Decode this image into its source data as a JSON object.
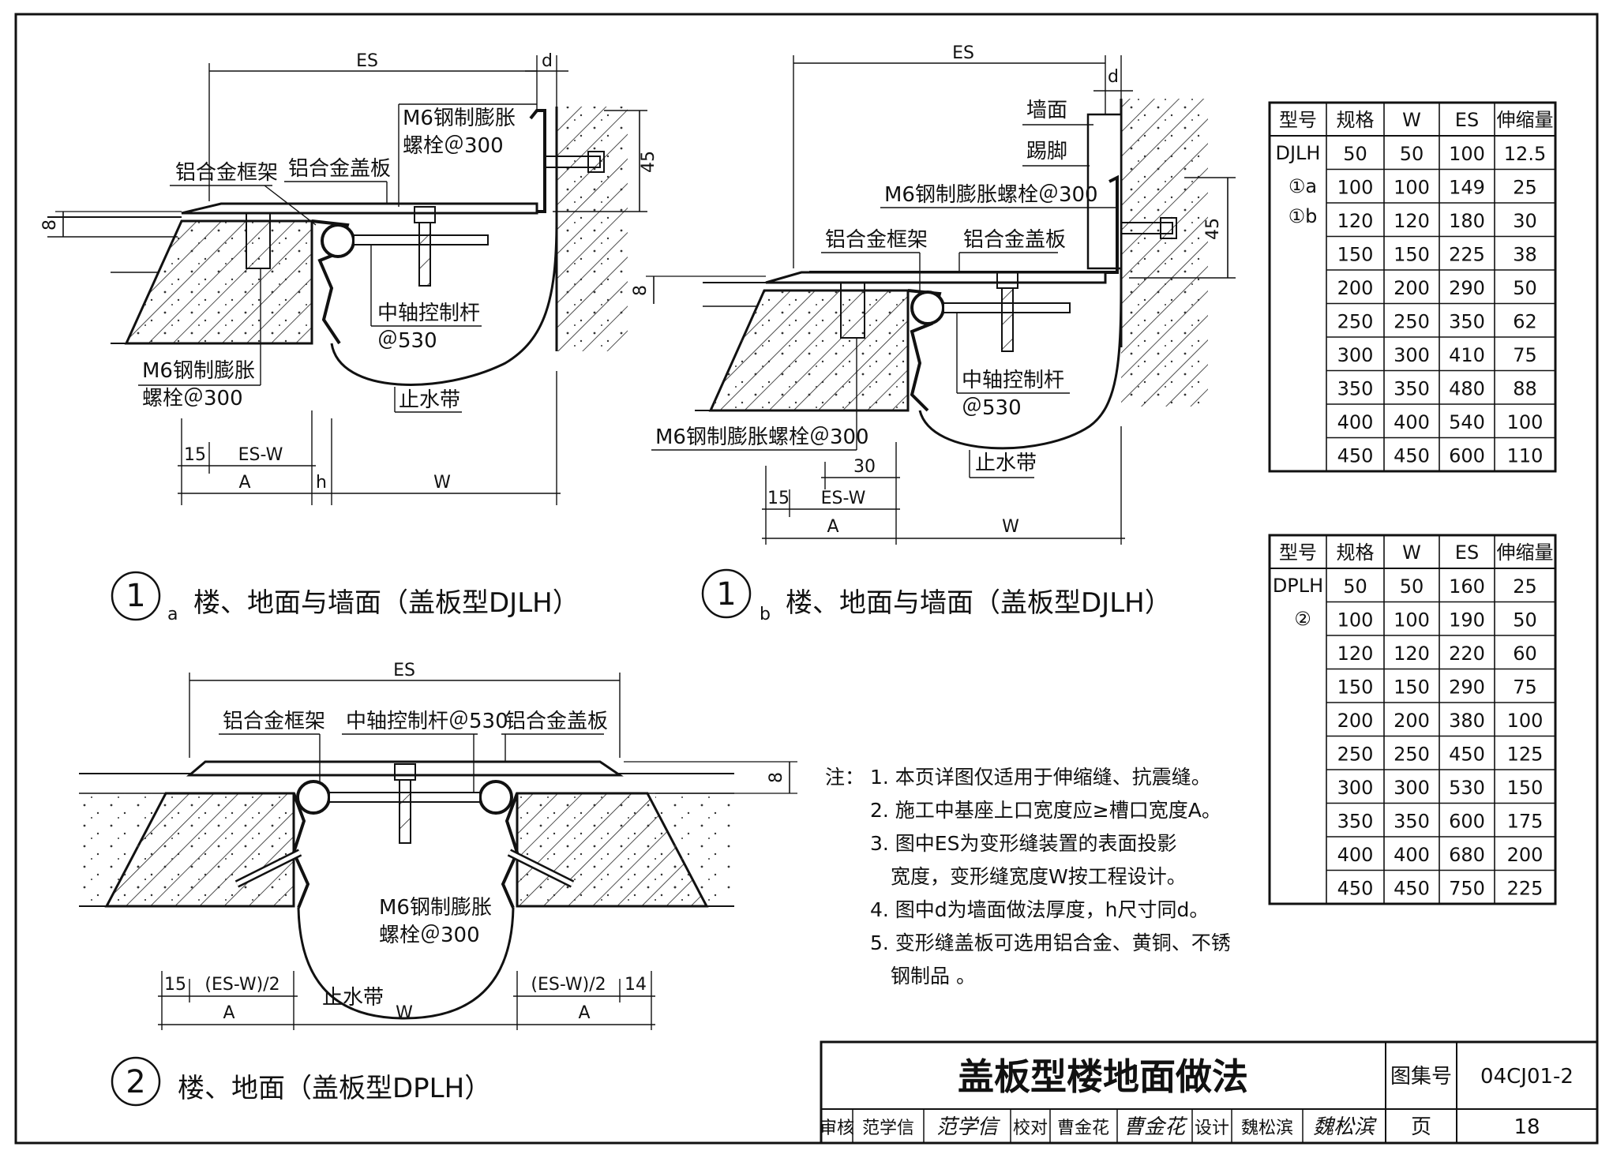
{
  "detail_1a": {
    "labels": {
      "bolt_top_1": "M6钢制膨胀",
      "bolt_top_2": "螺栓＠300",
      "frame": "铝合金框架",
      "cover": "铝合金盖板",
      "rod_1": "中轴控制杆",
      "rod_2": "＠530",
      "bolt_bottom_1": "M6钢制膨胀",
      "bolt_bottom_2": "螺栓＠300",
      "waterstop": "止水带"
    },
    "dims": {
      "es": "ES",
      "d": "d",
      "h45": "45",
      "h8": "8",
      "d15": "15",
      "es_w": "ES-W",
      "a": "A",
      "h": "h",
      "w": "W"
    },
    "caption": {
      "num": "1",
      "sub": "a",
      "text": "楼、地面与墙面（盖板型DJLH）"
    }
  },
  "detail_1b": {
    "labels": {
      "wall_surface": "墙面",
      "skirting": "踢脚",
      "bolt_top": "M6钢制膨胀螺栓＠300",
      "frame": "铝合金框架",
      "cover": "铝合金盖板",
      "rod_1": "中轴控制杆",
      "rod_2": "＠530",
      "bolt_bottom": "M6钢制膨胀螺栓＠300",
      "waterstop": "止水带"
    },
    "dims": {
      "es": "ES",
      "d": "d",
      "h45": "45",
      "h8": "8",
      "d30": "30",
      "d15": "15",
      "es_w": "ES-W",
      "a": "A",
      "w": "W"
    },
    "caption": {
      "num": "1",
      "sub": "b",
      "text": "楼、地面与墙面（盖板型DJLH）"
    }
  },
  "detail_2": {
    "labels": {
      "frame": "铝合金框架",
      "rod": "中轴控制杆＠530",
      "cover": "铝合金盖板",
      "bolt_1": "M6钢制膨胀",
      "bolt_2": "螺栓＠300",
      "waterstop": "止水带"
    },
    "dims": {
      "es": "ES",
      "h8": "8",
      "d15": "15",
      "half_left": "(ES-W)/2",
      "half_right": "(ES-W)/2",
      "d14": "14",
      "a_left": "A",
      "w": "W",
      "a_right": "A"
    },
    "caption": {
      "num": "2",
      "text": "楼、地面（盖板型DPLH）"
    }
  },
  "table_djlh": {
    "headers": [
      "型号",
      "规格",
      "W",
      "ES",
      "伸缩量"
    ],
    "model": "DJLH",
    "refs": [
      "①a",
      "①b"
    ],
    "rows": [
      [
        "50",
        "50",
        "100",
        "12.5"
      ],
      [
        "100",
        "100",
        "149",
        "25"
      ],
      [
        "120",
        "120",
        "180",
        "30"
      ],
      [
        "150",
        "150",
        "225",
        "38"
      ],
      [
        "200",
        "200",
        "290",
        "50"
      ],
      [
        "250",
        "250",
        "350",
        "62"
      ],
      [
        "300",
        "300",
        "410",
        "75"
      ],
      [
        "350",
        "350",
        "480",
        "88"
      ],
      [
        "400",
        "400",
        "540",
        "100"
      ],
      [
        "450",
        "450",
        "600",
        "110"
      ]
    ]
  },
  "table_dplh": {
    "headers": [
      "型号",
      "规格",
      "W",
      "ES",
      "伸缩量"
    ],
    "model": "DPLH",
    "refs": [
      "②"
    ],
    "rows": [
      [
        "50",
        "50",
        "160",
        "25"
      ],
      [
        "100",
        "100",
        "190",
        "50"
      ],
      [
        "120",
        "120",
        "220",
        "60"
      ],
      [
        "150",
        "150",
        "290",
        "75"
      ],
      [
        "200",
        "200",
        "380",
        "100"
      ],
      [
        "250",
        "250",
        "450",
        "125"
      ],
      [
        "300",
        "300",
        "530",
        "150"
      ],
      [
        "350",
        "350",
        "600",
        "175"
      ],
      [
        "400",
        "400",
        "680",
        "200"
      ],
      [
        "450",
        "450",
        "750",
        "225"
      ]
    ]
  },
  "notes": {
    "prefix": "注：",
    "lines": [
      "1. 本页详图仅适用于伸缩缝、抗震缝。",
      "2. 施工中基座上口宽度应≥槽口宽度A。",
      "3. 图中ES为变形缝装置的表面投影",
      "宽度，变形缝宽度W按工程设计。",
      "4. 图中d为墙面做法厚度，h尺寸同d。",
      "5. 变形缝盖板可选用铝合金、黄铜、不锈",
      "钢制品 。"
    ]
  },
  "title_block": {
    "title": "盖板型楼地面做法",
    "atlas_label": "图集号",
    "atlas_no": "04CJ01-2",
    "review_label": "审核",
    "reviewer": "范学信",
    "reviewer_sig": "范学信",
    "check_label": "校对",
    "checker": "曹金花",
    "checker_sig": "曹金花",
    "design_label": "设计",
    "designer": "魏松滨",
    "designer_sig": "魏松滨",
    "page_label": "页",
    "page_no": "18"
  }
}
